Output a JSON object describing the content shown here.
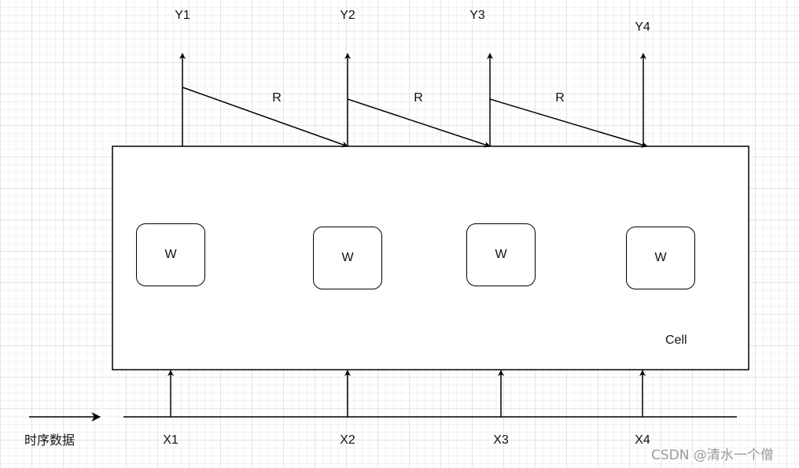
{
  "outputs": [
    {
      "label": "Y1"
    },
    {
      "label": "Y2"
    },
    {
      "label": "Y3"
    },
    {
      "label": "Y4"
    }
  ],
  "recurrent_label": "R",
  "weights": [
    {
      "label": "W"
    },
    {
      "label": "W"
    },
    {
      "label": "W"
    },
    {
      "label": "W"
    }
  ],
  "cell_label": "Cell",
  "inputs": [
    {
      "label": "X1"
    },
    {
      "label": "X2"
    },
    {
      "label": "X3"
    },
    {
      "label": "X4"
    }
  ],
  "timeline_label": "时序数据",
  "watermark": "CSDN @清水一个僧",
  "colors": {
    "stroke": "#000000",
    "grid": "#e3e3e3",
    "watermark": "#9a9a9a"
  }
}
